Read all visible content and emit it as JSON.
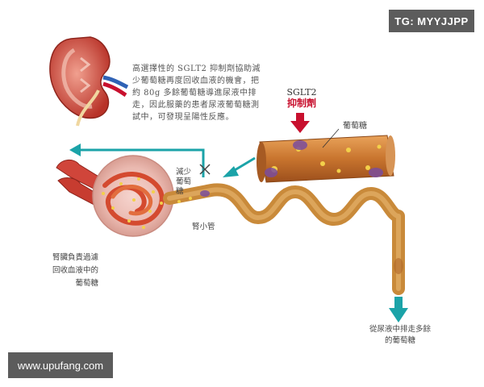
{
  "description": "高選擇性的 SGLT2 抑制劑協助減少葡萄糖再度回收血液的機會，把約 80g 多餘葡萄糖導進尿液中排走，因此服藥的患者尿液葡萄糖測試中，可發現呈陽性反應。",
  "sglt2_label": "SGLT2",
  "inhibitor_label": "抑制劑",
  "glucose_label": "葡萄糖",
  "reduce_label": "減少葡萄糖",
  "tubule_label": "腎小管",
  "kidney_note": "腎臟負責過濾回收血液中的葡萄糖",
  "excrete_note": "從尿液中排走多餘的葡萄糖",
  "watermark_tg": "TG: MYYJJPP",
  "watermark_site": "www.upufang.com",
  "colors": {
    "teal_arrow": "#1ba3a8",
    "red_arrow": "#c8102e",
    "vessel": "#c8742e",
    "tubule": "#c98a3a",
    "glucose_dot": "#f3d04a",
    "sglt_protein": "#7a4c9c",
    "kidney": "#d6453a",
    "watermark_bg": "#5c5c5c"
  }
}
